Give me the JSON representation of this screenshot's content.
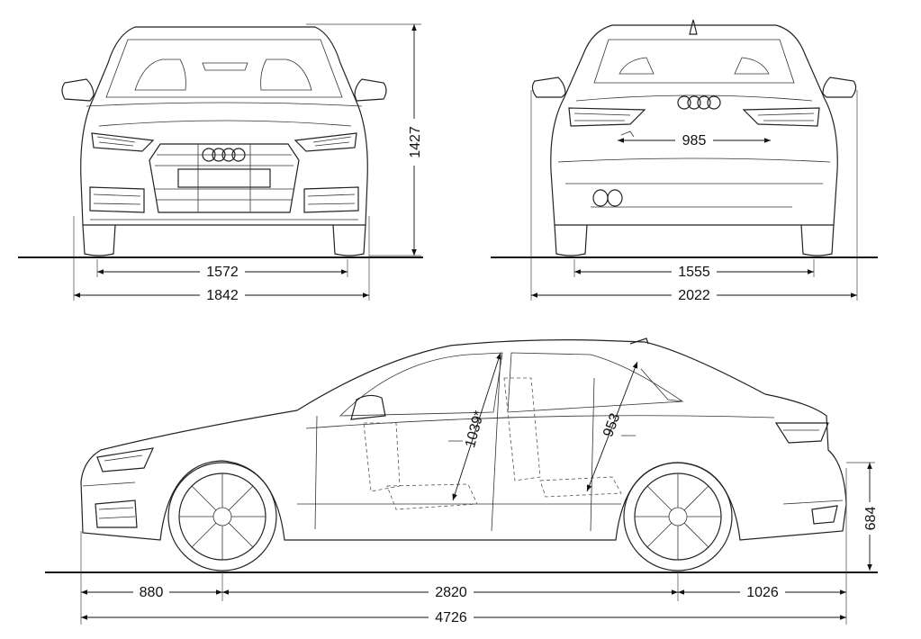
{
  "dimensions": {
    "front_track": "1572",
    "overall_width": "1842",
    "height": "1427",
    "rear_track": "1555",
    "width_with_mirrors": "2022",
    "trunk_opening_width": "985",
    "front_overhang": "880",
    "wheelbase": "2820",
    "rear_overhang": "1026",
    "overall_length": "4726",
    "rear_load_height": "684",
    "front_headroom": "1039*",
    "rear_headroom": "953"
  },
  "colors": {
    "line": "#222222",
    "background": "#ffffff"
  }
}
